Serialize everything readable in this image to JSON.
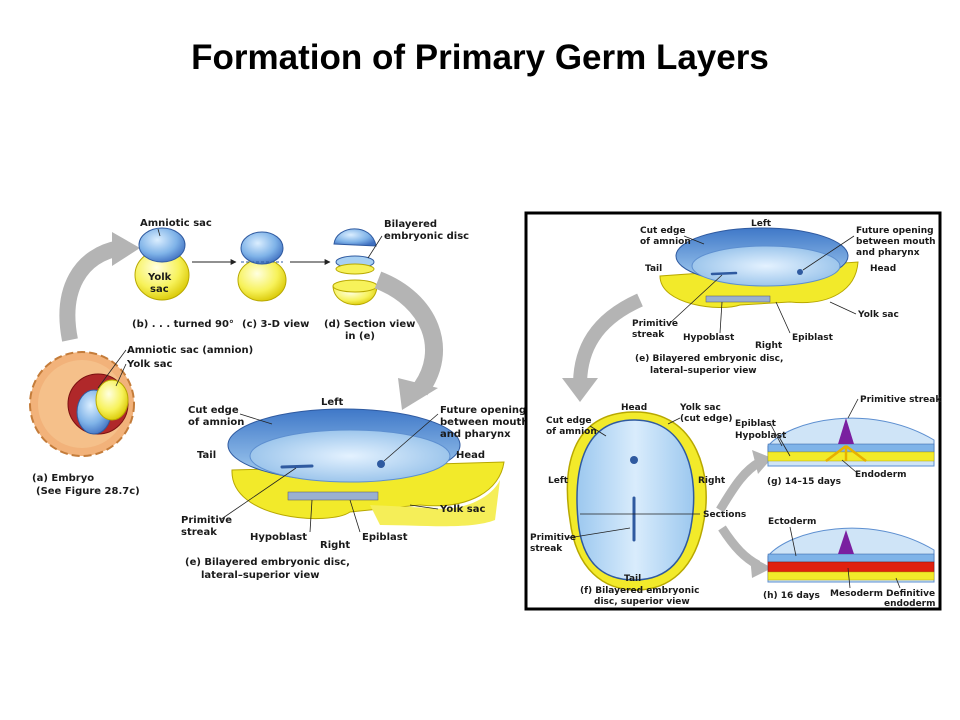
{
  "slide": {
    "title": "Formation of Primary Germ Layers"
  },
  "left_panel": {
    "amniotic_sac": "Amniotic sac",
    "yolk_sac_1": "Yolk",
    "yolk_sac_2": "sac",
    "bilayered_1": "Bilayered",
    "bilayered_2": "embryonic disc",
    "b_label": "(b) . . . turned 90°",
    "c_label": "(c) 3-D view",
    "d_label_1": "(d) Section view",
    "d_label_2": "in (e)",
    "amnion_label": "Amniotic sac (amnion)",
    "yolk_label": "Yolk sac",
    "a_label_1": "(a) Embryo",
    "a_label_2": "(See Figure 28.7c)",
    "e_left": "Left",
    "e_cut_1": "Cut edge",
    "e_cut_2": "of amnion",
    "e_future_1": "Future opening",
    "e_future_2": "between mouth",
    "e_future_3": "and pharynx",
    "e_tail": "Tail",
    "e_head": "Head",
    "e_primitive_1": "Primitive",
    "e_primitive_2": "streak",
    "e_hypoblast": "Hypoblast",
    "e_epiblast": "Epiblast",
    "e_right": "Right",
    "e_yolk": "Yolk sac",
    "e_caption_1": "(e) Bilayered embryonic disc,",
    "e_caption_2": "lateral–superior view"
  },
  "right_panel": {
    "left": "Left",
    "cut_1": "Cut edge",
    "cut_2": "of amnion",
    "future_1": "Future opening",
    "future_2": "between mouth",
    "future_3": "and pharynx",
    "tail": "Tail",
    "head": "Head",
    "yolk": "Yolk sac",
    "primitive_1": "Primitive",
    "primitive_2": "streak",
    "hypoblast": "Hypoblast",
    "epiblast": "Epiblast",
    "right": "Right",
    "e_caption_1": "(e) Bilayered embryonic disc,",
    "e_caption_2": "lateral–superior view",
    "f_head": "Head",
    "f_cut_1": "Cut edge",
    "f_cut_2": "of amnion",
    "f_yolk_1": "Yolk sac",
    "f_yolk_2": "(cut edge)",
    "f_left": "Left",
    "f_right": "Right",
    "f_sections": "Sections",
    "f_primitive_1": "Primitive",
    "f_primitive_2": "streak",
    "f_tail": "Tail",
    "f_caption_1": "(f) Bilayered embryonic",
    "f_caption_2": "disc, superior view",
    "g_primitive": "Primitive streak",
    "g_epiblast": "Epiblast",
    "g_hypoblast": "Hypoblast",
    "g_endoderm": "Endoderm",
    "g_caption": "(g) 14–15 days",
    "h_ectoderm": "Ectoderm",
    "h_caption": "(h) 16 days",
    "h_mesoderm": "Mesoderm",
    "h_definitive_1": "Definitive",
    "h_definitive_2": "endoderm"
  },
  "colors": {
    "amnion_blue": "#7fb3e8",
    "yolk_yellow": "#f2ea2a",
    "arrow_gray": "#b4b4b4",
    "mesoderm_red": "#e02010",
    "embryo_pink": "#f2b27a"
  }
}
